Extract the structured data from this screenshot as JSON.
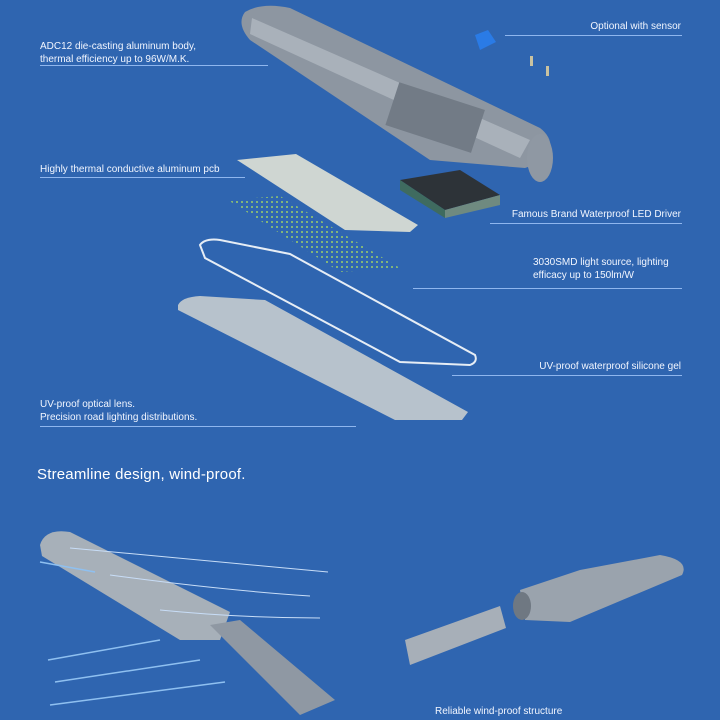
{
  "labels": {
    "sensor": "Optional with sensor",
    "body_1": "ADC12 die-casting aluminum body,",
    "body_2": "thermal efficiency up to 96W/M.K.",
    "pcb": "Highly thermal conductive aluminum pcb",
    "driver": "Famous Brand Waterproof LED Driver",
    "light_1": "3030SMD light source, lighting",
    "light_2": "efficacy up to 150lm/W",
    "gel": "UV-proof waterproof silicone gel",
    "lens_1": "UV-proof optical lens.",
    "lens_2": "Precision road lighting distributions."
  },
  "section_title": "Streamline design, wind-proof.",
  "bottom_caption": "Reliable  wind-proof structure",
  "colors": {
    "background": "#2f65b0",
    "leader_line": "#8fb6ee",
    "housing": "#9aa3ad",
    "sensor": "#2a7be6"
  }
}
